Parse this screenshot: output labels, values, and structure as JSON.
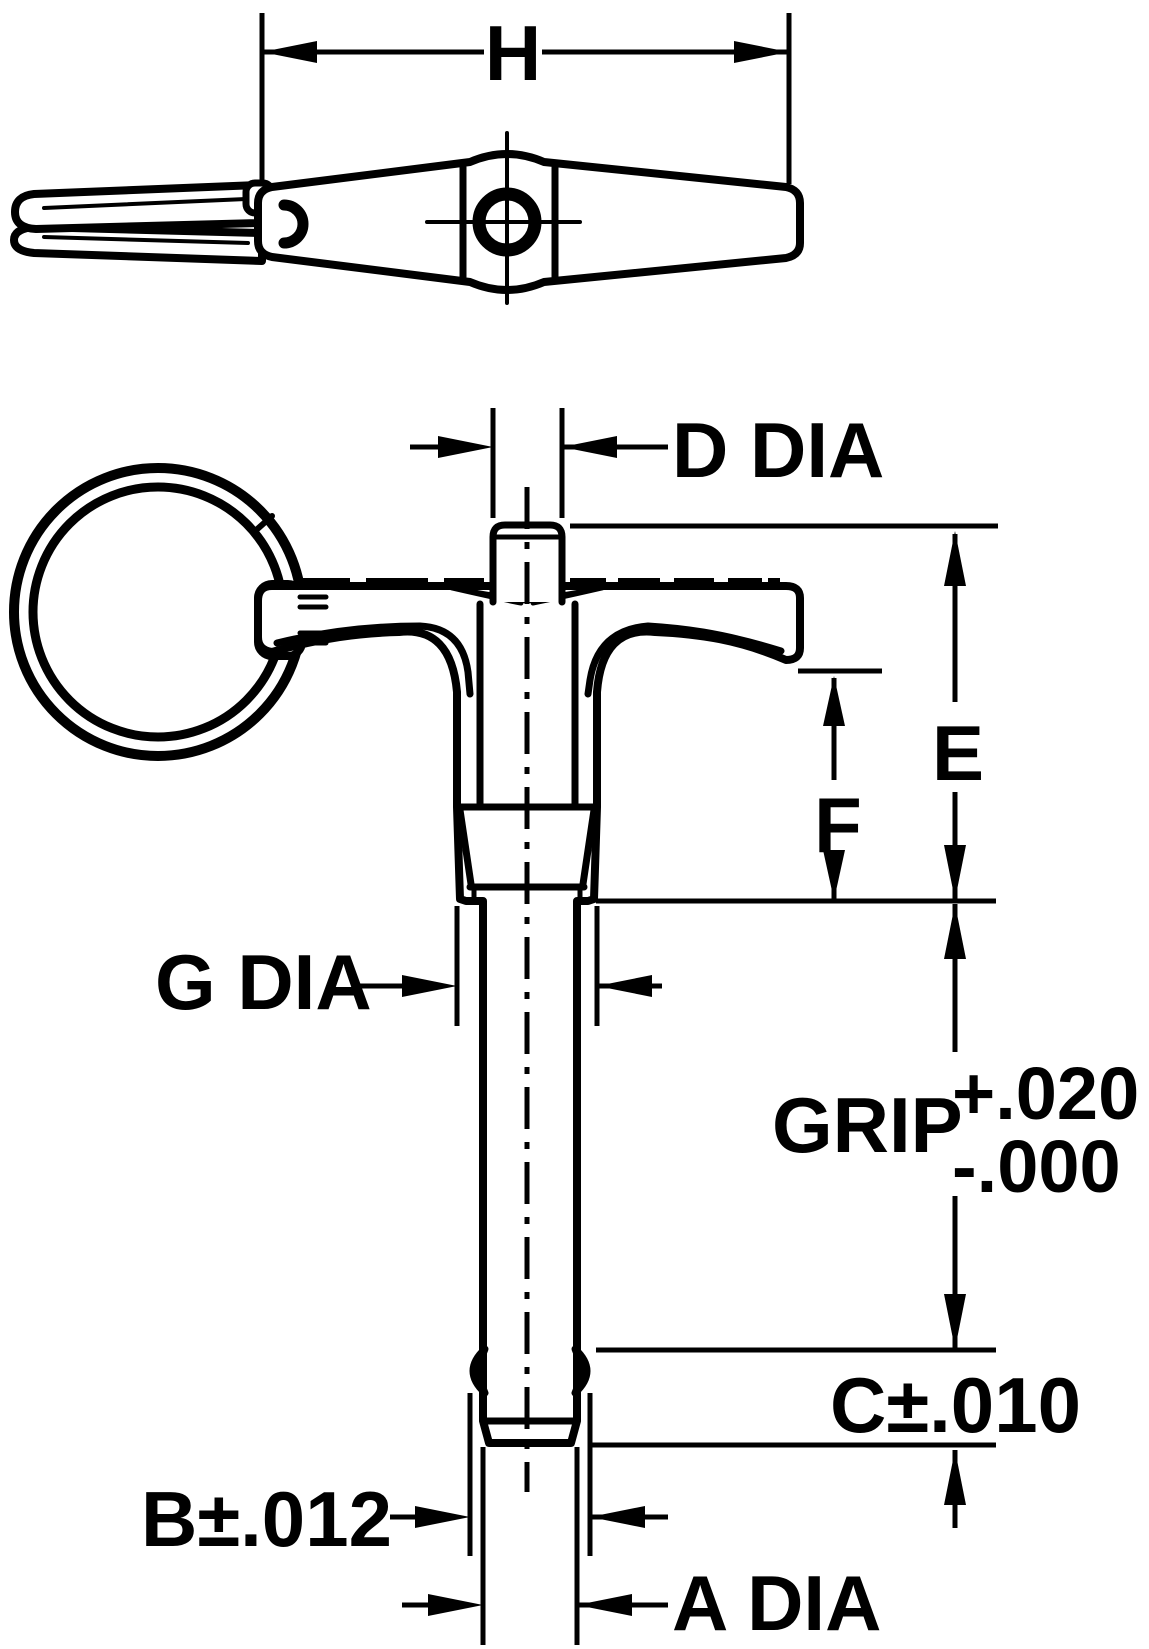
{
  "drawing": {
    "type": "engineering-dimension-diagram",
    "subject": "T-handle quick-release ball-lock pin, top view and front view",
    "colors": {
      "ink": "#000000",
      "paper": "#ffffff"
    }
  },
  "dimensions": {
    "h": {
      "label": "H"
    },
    "d": {
      "label": "D DIA"
    },
    "e": {
      "label": "E"
    },
    "f": {
      "label": "F"
    },
    "g": {
      "label": "G DIA"
    },
    "grip": {
      "label": "GRIP",
      "tolerance_plus": "+.020",
      "tolerance_minus": "-.000"
    },
    "c": {
      "label": "C±.010"
    },
    "b": {
      "label": "B±.012"
    },
    "a": {
      "label": "A DIA"
    }
  }
}
